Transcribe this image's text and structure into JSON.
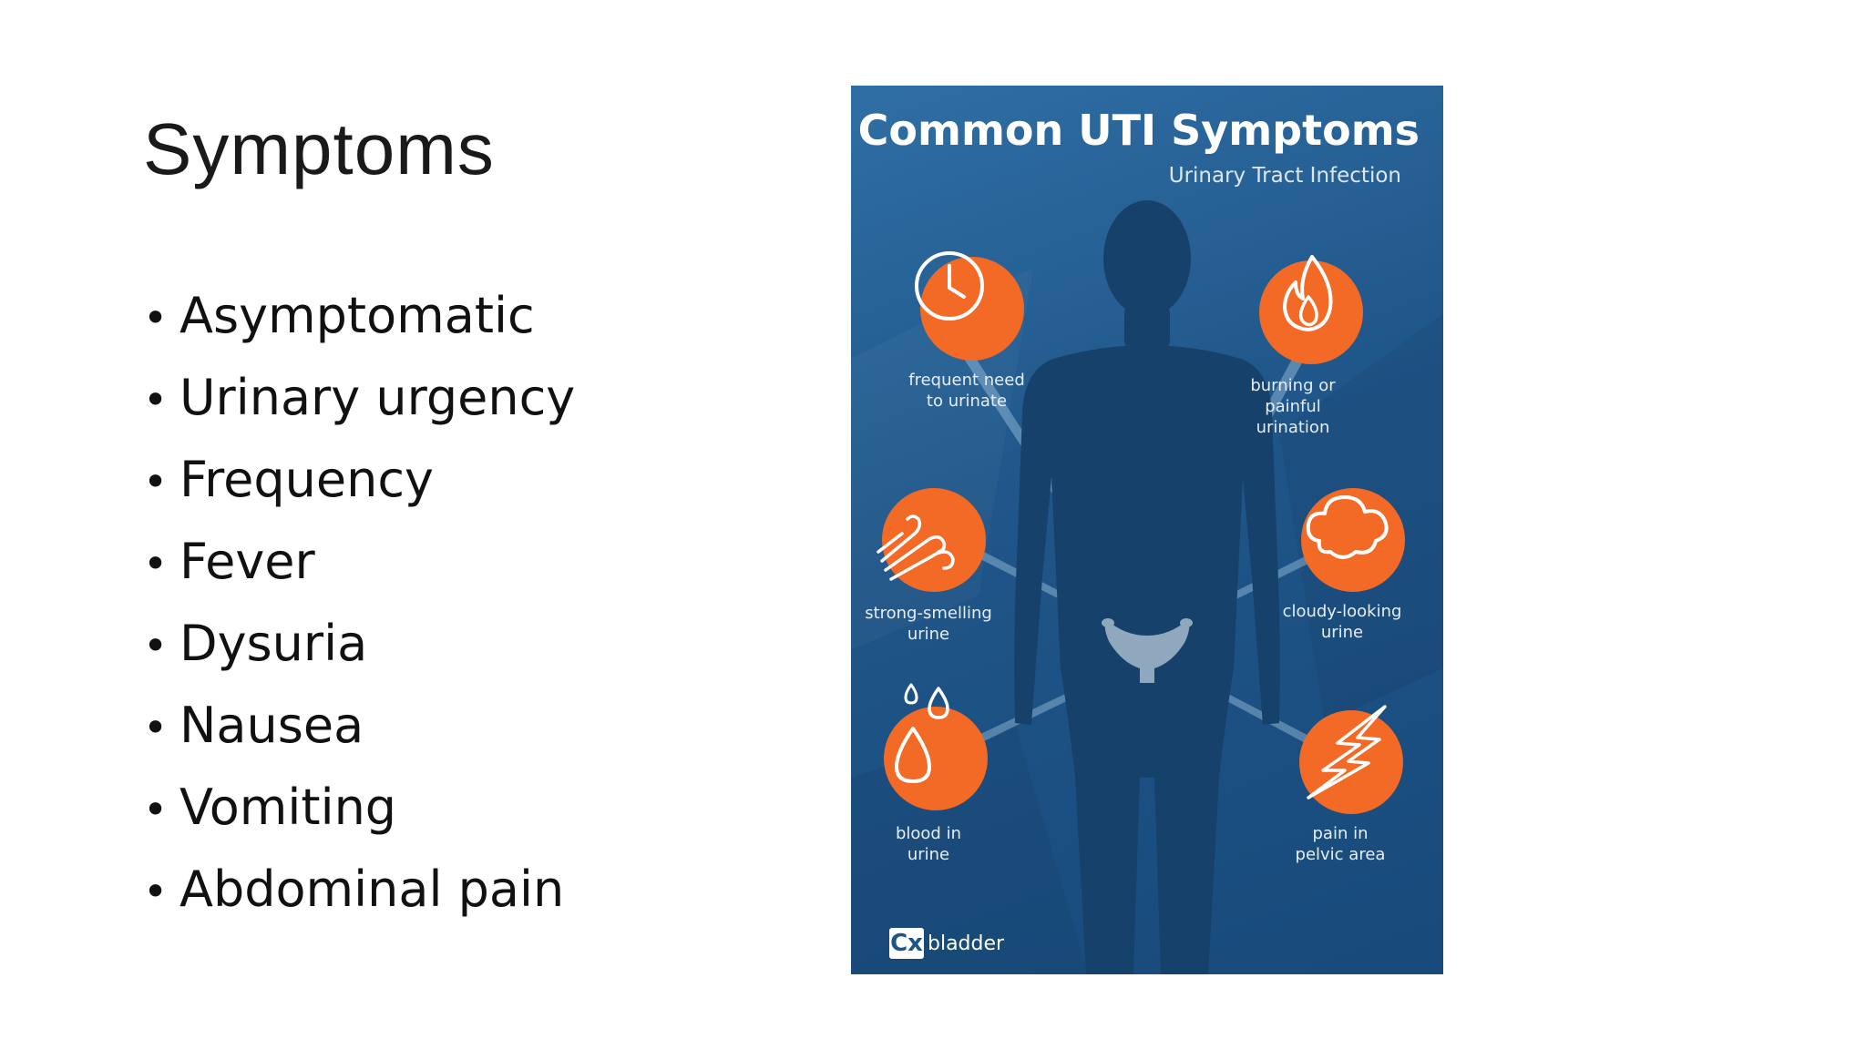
{
  "slide": {
    "title": "Symptoms",
    "bullet_char": "•",
    "bullets": [
      "Asymptomatic",
      "Urinary urgency",
      "Frequency",
      "Fever",
      "Dysuria",
      "Nausea",
      "Vomiting",
      "Abdominal pain"
    ]
  },
  "infographic": {
    "title": "Common UTI Symptoms",
    "subtitle": "Urinary Tract Infection",
    "symptoms": {
      "frequent": "frequent need\nto urinate",
      "burning": "burning or\npainful\nurination",
      "smelling": "strong-smelling\nurine",
      "cloudy": "cloudy-looking\nurine",
      "blood": "blood in\nurine",
      "pelvic": "pain in\npelvic area"
    },
    "icons": [
      "clock-icon",
      "flame-icon",
      "wind-icon",
      "cloud-icon",
      "droplets-icon",
      "lightning-icon"
    ],
    "colors": {
      "background": "#1f5588",
      "accent": "#f26a26",
      "silhouette": "#16416b"
    },
    "logo": {
      "mark": "Cx",
      "text": "bladder"
    }
  }
}
